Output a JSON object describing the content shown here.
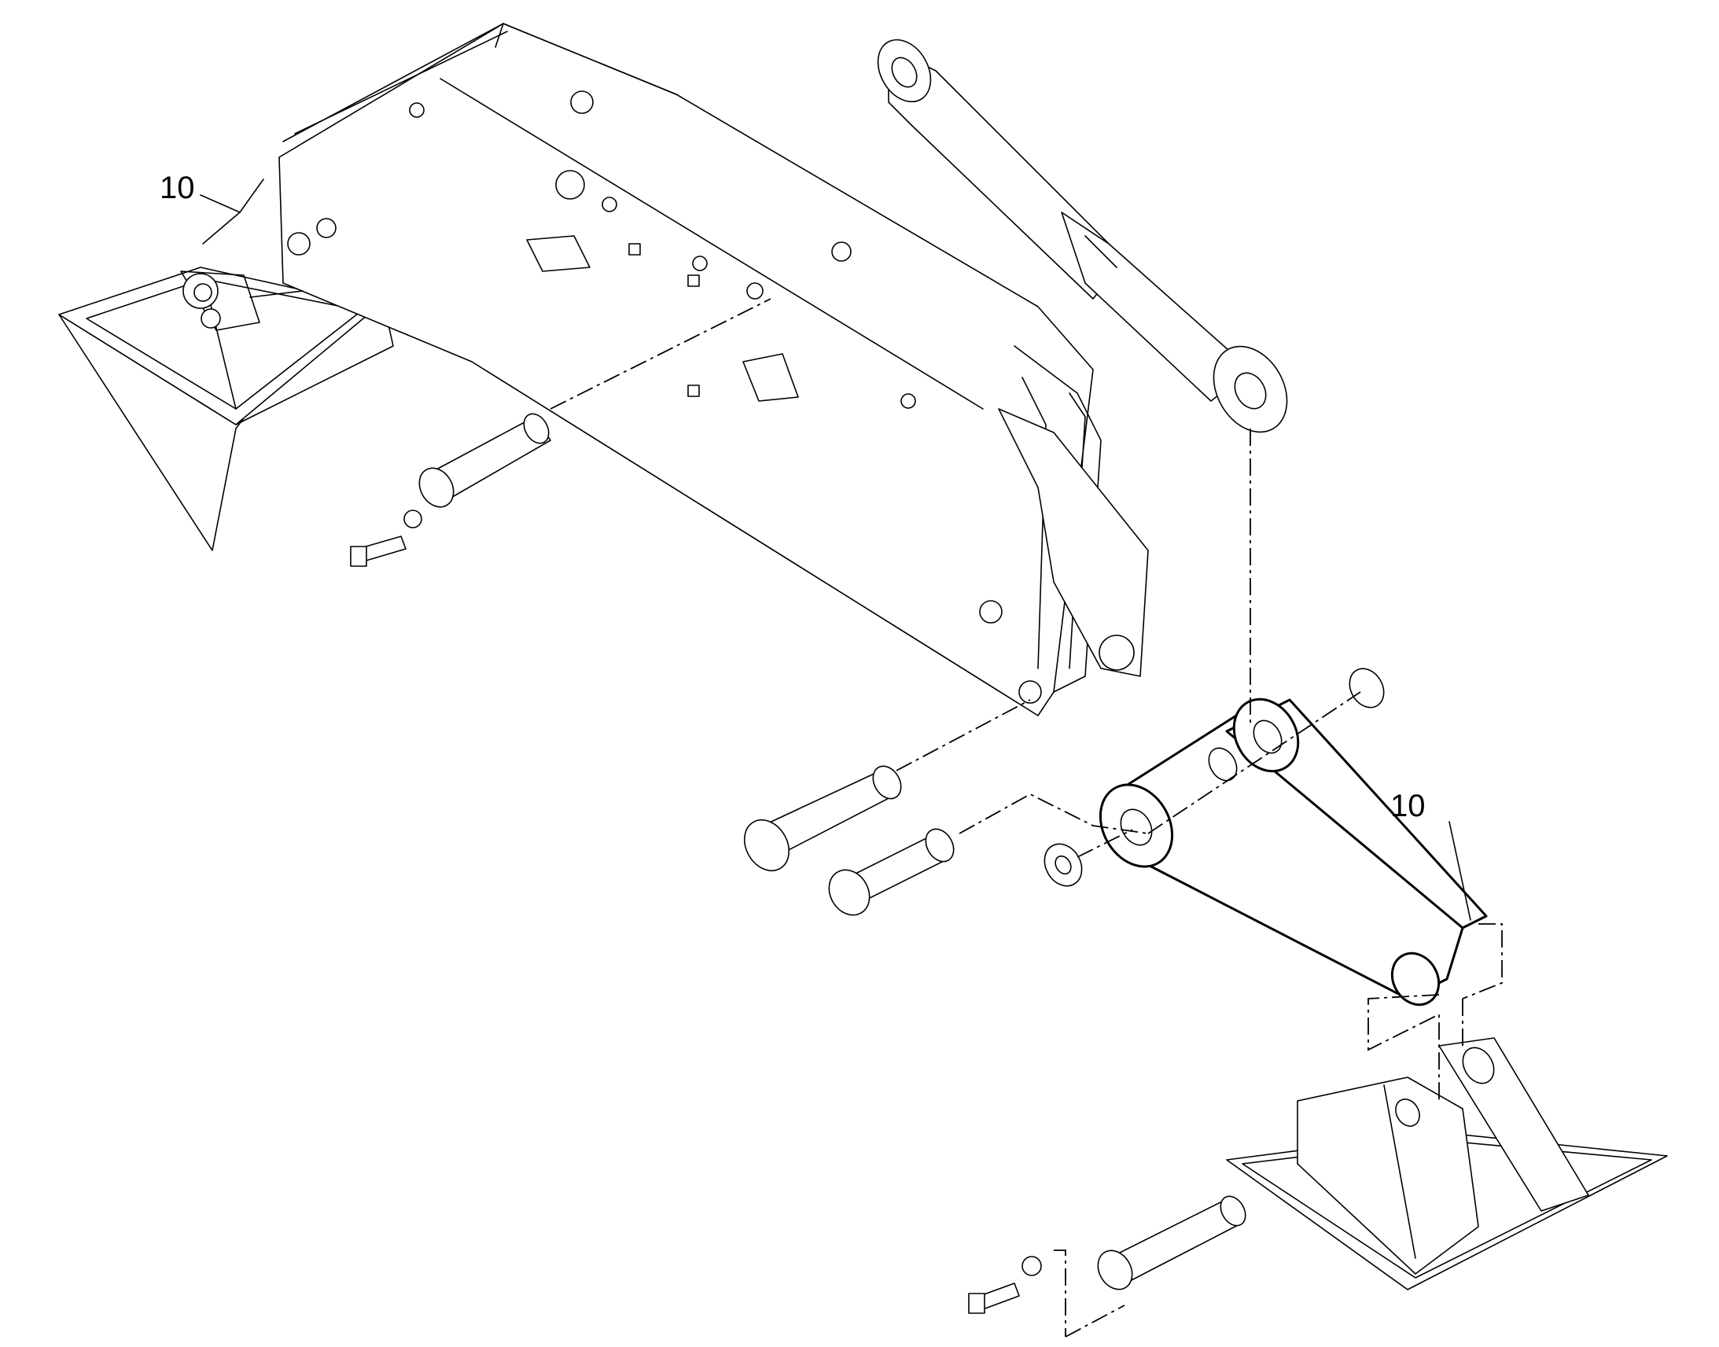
{
  "callouts": [
    {
      "id": "callout-left",
      "label": "10"
    },
    {
      "id": "callout-right",
      "label": "10"
    }
  ]
}
